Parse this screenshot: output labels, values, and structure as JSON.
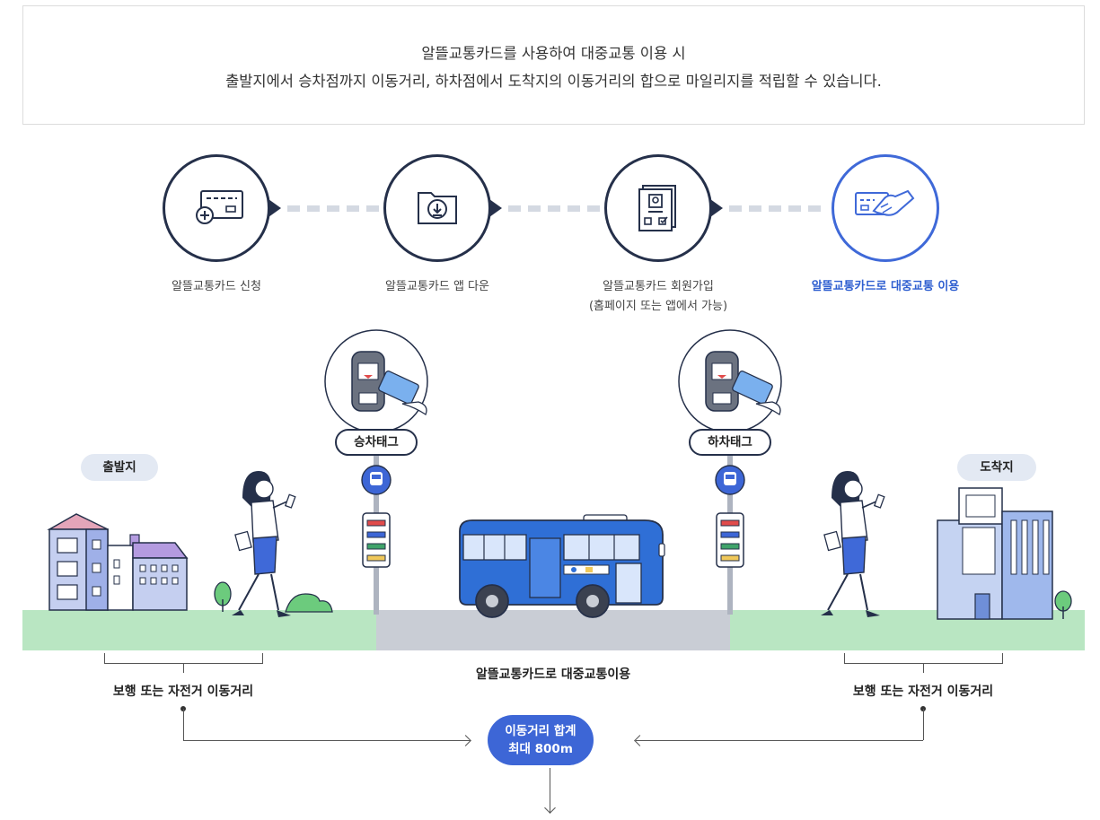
{
  "intro": {
    "line1": "알뜰교통카드를 사용하여 대중교통 이용 시",
    "line2": "출발지에서 승차점까지 이동거리, 하차점에서 도착지의 이동거리의 합으로 마일리지를 적립할 수 있습니다."
  },
  "steps": [
    {
      "label": "알뜰교통카드 신청",
      "sub": "",
      "icon": "card-plus-icon"
    },
    {
      "label": "알뜰교통카드 앱 다운",
      "sub": "",
      "icon": "folder-download-icon"
    },
    {
      "label": "알뜰교통카드 회원가입",
      "sub": "(홈페이지 또는 앱에서 가능)",
      "icon": "profile-document-icon"
    },
    {
      "label": "알뜰교통카드로 대중교통 이용",
      "sub": "",
      "icon": "card-hand-icon",
      "active": true
    }
  ],
  "scene": {
    "departure": "출발지",
    "arrival": "도착지",
    "board_tag": "승차태그",
    "alight_tag": "하차태그",
    "walk_left": "보행 또는 자전거 이동거리",
    "walk_right": "보행 또는 자전거 이동거리",
    "transit": "알뜰교통카드로 대중교통이용",
    "total_line1": "이동거리 합계",
    "total_line2": "최대 800m"
  },
  "colors": {
    "accent": "#3d66d6",
    "dark": "#25304a",
    "ground_green": "#b9e6c2",
    "road": "#c9cdd5",
    "bus": "#2f6fd6"
  }
}
